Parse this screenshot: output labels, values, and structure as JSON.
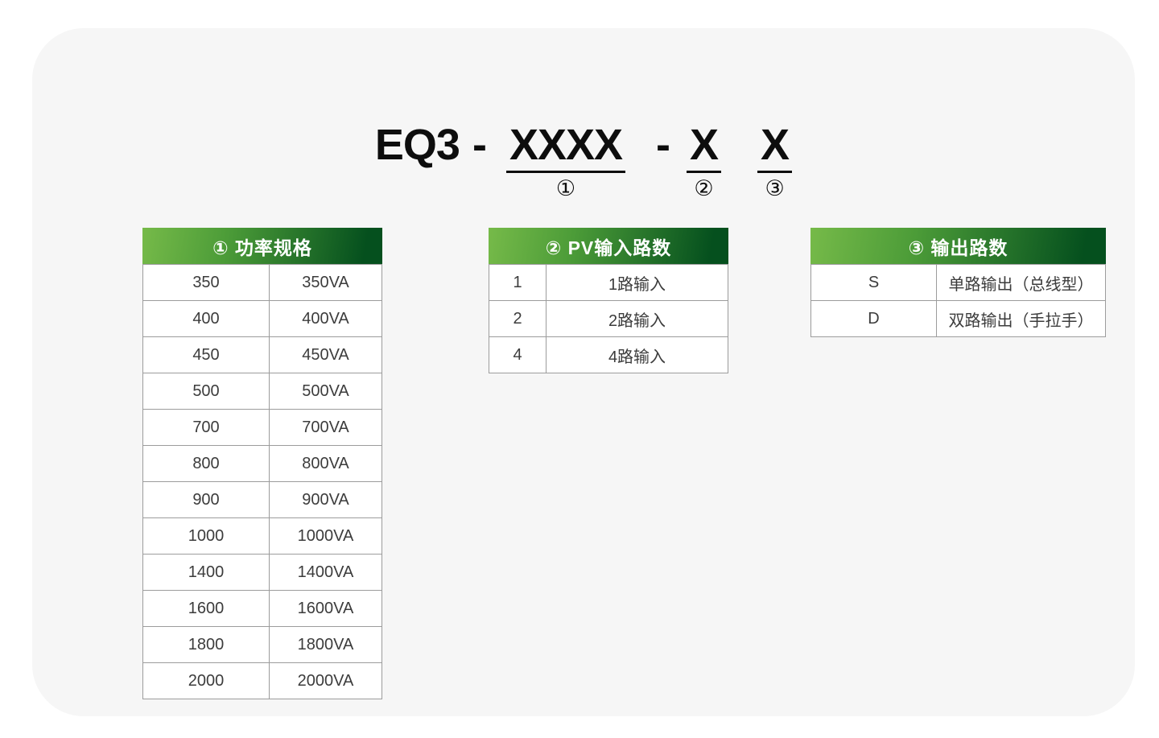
{
  "model_code": {
    "prefix": "EQ3",
    "separator1": "-",
    "power_placeholder": "XXXX",
    "separator2": "-",
    "pv_placeholder": "X",
    "output_placeholder": "X",
    "marker_power": "①",
    "marker_pv": "②",
    "marker_output": "③"
  },
  "tables": [
    {
      "id": "power-spec",
      "header": "① 功率规格",
      "rows": [
        [
          "350",
          "350VA"
        ],
        [
          "400",
          "400VA"
        ],
        [
          "450",
          "450VA"
        ],
        [
          "500",
          "500VA"
        ],
        [
          "700",
          "700VA"
        ],
        [
          "800",
          "800VA"
        ],
        [
          "900",
          "900VA"
        ],
        [
          "1000",
          "1000VA"
        ],
        [
          "1400",
          "1400VA"
        ],
        [
          "1600",
          "1600VA"
        ],
        [
          "1800",
          "1800VA"
        ],
        [
          "2000",
          "2000VA"
        ]
      ]
    },
    {
      "id": "pv-input",
      "header": "② PV输入路数",
      "rows": [
        [
          "1",
          "1路输入"
        ],
        [
          "2",
          "2路输入"
        ],
        [
          "4",
          "4路输入"
        ]
      ]
    },
    {
      "id": "output-channels",
      "header": "③ 输出路数",
      "rows": [
        [
          "S",
          "单路输出（总线型）"
        ],
        [
          "D",
          "双路输出（手拉手）"
        ]
      ]
    }
  ],
  "colors": {
    "header_gradient_start": "#76ba49",
    "header_gradient_end": "#05501e",
    "header_text": "#ffffff",
    "card_bg": "#f6f6f6",
    "table_border": "#9c9c9c",
    "cell_text": "#3c3c3c",
    "title_text": "#0d0d0d"
  }
}
